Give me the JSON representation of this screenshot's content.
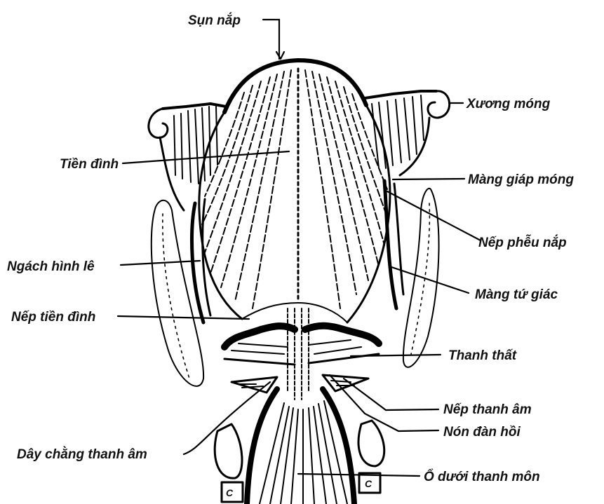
{
  "labels": {
    "sun_nap": "Sụn nắp",
    "xuong_mong": "Xương móng",
    "tien_dinh": "Tiền đình",
    "mang_giap_mong": "Màng giáp móng",
    "nep_pheu_nap": "Nếp phễu nắp",
    "ngach_hinh_le": "Ngách hình lê",
    "mang_tu_giac": "Màng tứ giác",
    "nep_tien_dinh": "Nếp tiền đình",
    "thanh_that": "Thanh thất",
    "nep_thanh_am": "Nếp thanh âm",
    "non_dan_hoi": "Nón đàn hồi",
    "day_chang_thanh_am": "Dây chằng thanh âm",
    "o_duoi_thanh_mon": "Ổ dưới thanh môn"
  },
  "colors": {
    "ink": "#000000",
    "paper": "#ffffff"
  }
}
